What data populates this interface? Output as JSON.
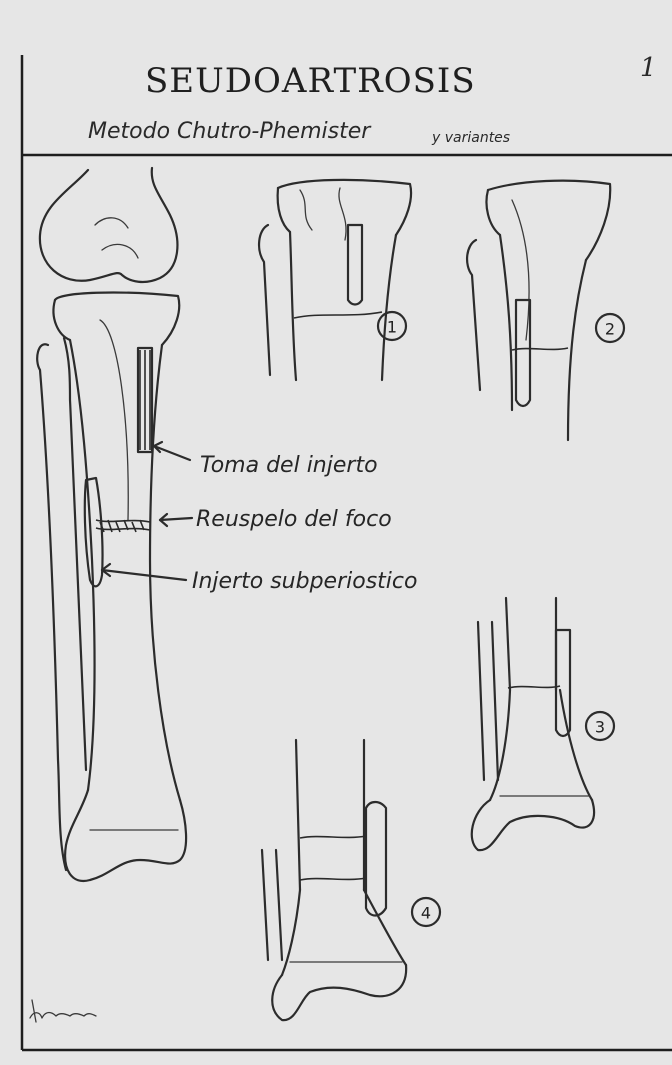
{
  "header": {
    "title": "SEUDOARTROSIS",
    "subtitle": "Metodo Chutro-Phemister",
    "subtitle_suffix": "y variantes",
    "page_number": "1"
  },
  "main_figure": {
    "labels": [
      "Toma del injerto",
      "Reuspelo del foco",
      "Injerto subperiostico"
    ]
  },
  "variants": [
    {
      "number": "1"
    },
    {
      "number": "2"
    },
    {
      "number": "3"
    },
    {
      "number": "4"
    }
  ],
  "colors": {
    "paper": "#e6e6e6",
    "ink": "#2c2c2c"
  }
}
